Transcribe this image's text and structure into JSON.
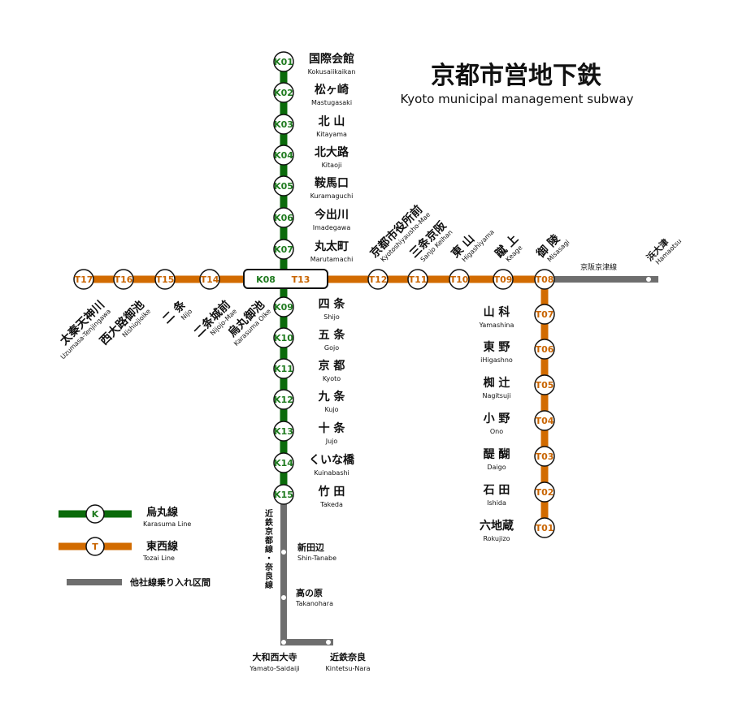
{
  "title": {
    "ja": "京都市営地下鉄",
    "en": "Kyoto municipal management subway"
  },
  "colors": {
    "karasuma": "#0b6b0b",
    "tozai": "#d26b00",
    "other": "#6e6e6e",
    "karasuma_text": "#1e7a1e",
    "tozai_text": "#c86400"
  },
  "karasuma": [
    {
      "code": "K01",
      "ja": "国際会館",
      "en": "Kokusaiikaikan"
    },
    {
      "code": "K02",
      "ja": "松ヶ崎",
      "en": "Mastugasaki"
    },
    {
      "code": "K03",
      "ja": "北 山",
      "en": "Kitayama"
    },
    {
      "code": "K04",
      "ja": "北大路",
      "en": "Kitaoji"
    },
    {
      "code": "K05",
      "ja": "鞍馬口",
      "en": "Kuramaguchi"
    },
    {
      "code": "K06",
      "ja": "今出川",
      "en": "Imadegawa"
    },
    {
      "code": "K07",
      "ja": "丸太町",
      "en": "Marutamachi"
    },
    {
      "code": "K09",
      "ja": "四 条",
      "en": "Shijo"
    },
    {
      "code": "K10",
      "ja": "五 条",
      "en": "Gojo"
    },
    {
      "code": "K11",
      "ja": "京 都",
      "en": "Kyoto"
    },
    {
      "code": "K12",
      "ja": "九 条",
      "en": "Kujo"
    },
    {
      "code": "K13",
      "ja": "十 条",
      "en": "Jujo"
    },
    {
      "code": "K14",
      "ja": "くいな橋",
      "en": "Kuinabashi"
    },
    {
      "code": "K15",
      "ja": "竹 田",
      "en": "Takeda"
    }
  ],
  "transfer": {
    "k_code": "K08",
    "t_code": "T13"
  },
  "tozai_west": [
    {
      "code": "T17",
      "ja": "太秦天神川",
      "en": "Uzumasa-Tenjingawa"
    },
    {
      "code": "T16",
      "ja": "西大路御池",
      "en": "Nishiojioike"
    },
    {
      "code": "T15",
      "ja": "二 条",
      "en": "Nijo"
    },
    {
      "code": "T14",
      "ja": "二条城前",
      "en": "Nijojo-Mae"
    },
    {
      "code": "",
      "ja": "烏丸御池",
      "en": "Karasuma Oike"
    }
  ],
  "tozai_east": [
    {
      "code": "T12",
      "ja": "京都市役所前",
      "en": "Kyotoshiyausho-Mae"
    },
    {
      "code": "T11",
      "ja": "三条京阪",
      "en": "Sanjo Keihan"
    },
    {
      "code": "T10",
      "ja": "東 山",
      "en": "Higashiyama"
    },
    {
      "code": "T09",
      "ja": "蹴 上",
      "en": "Keage"
    },
    {
      "code": "T08",
      "ja": "御 陵",
      "en": "Misasagi"
    }
  ],
  "tozai_south": [
    {
      "code": "T07",
      "ja": "山 科",
      "en": "Yamashina"
    },
    {
      "code": "T06",
      "ja": "東 野",
      "en": "iHigashno"
    },
    {
      "code": "T05",
      "ja": "椥 辻",
      "en": "Nagitsuji"
    },
    {
      "code": "T04",
      "ja": "小 野",
      "en": "Ono"
    },
    {
      "code": "T03",
      "ja": "醍 醐",
      "en": "Daigo"
    },
    {
      "code": "T02",
      "ja": "石 田",
      "en": "Ishida"
    },
    {
      "code": "T01",
      "ja": "六地蔵",
      "en": "Rokujizo"
    }
  ],
  "keihan": {
    "line": "京阪京津線",
    "station_ja": "浜大津",
    "station_en": "Hamaotsu"
  },
  "kintetsu": {
    "line": "近鉄京都線・奈良線",
    "stations": [
      {
        "ja": "新田辺",
        "en": "Shin-Tanabe"
      },
      {
        "ja": "高の原",
        "en": "Takanohara"
      },
      {
        "ja": "大和西大寺",
        "en": "Yamato-Saidaiji"
      },
      {
        "ja": "近鉄奈良",
        "en": "Kintetsu-Nara"
      }
    ]
  },
  "legend": {
    "karasuma": {
      "symbol": "K",
      "ja": "烏丸線",
      "en": "Karasuma Line"
    },
    "tozai": {
      "symbol": "T",
      "ja": "東西線",
      "en": "Tozai Line"
    },
    "other": {
      "ja": "他社線乗り入れ区間"
    }
  }
}
